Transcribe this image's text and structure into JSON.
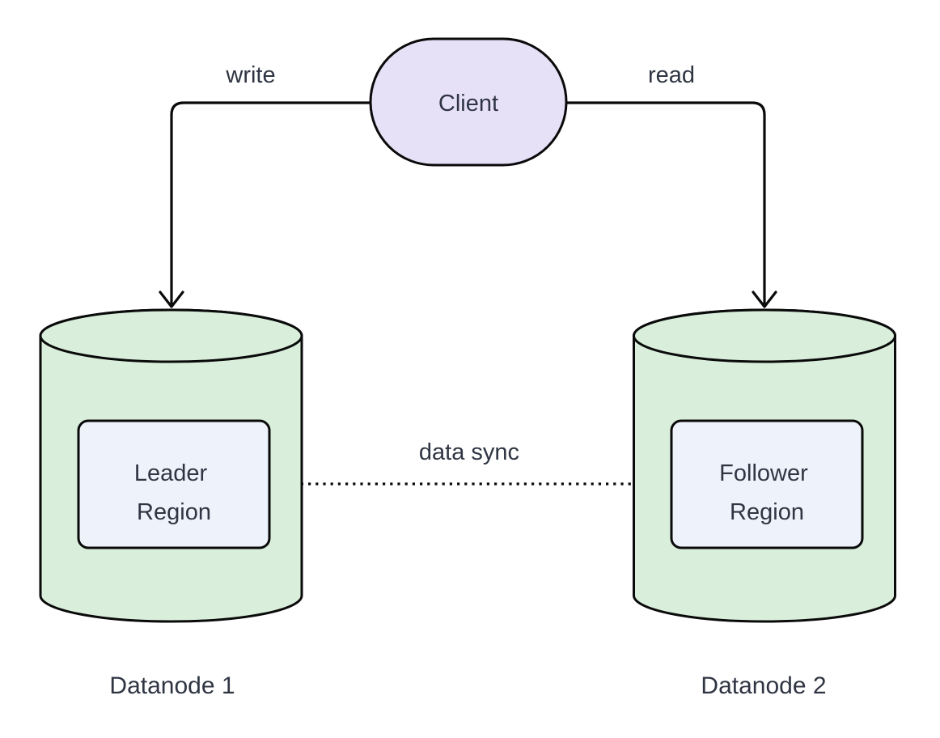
{
  "diagram": {
    "type": "architecture-flowchart",
    "colors": {
      "background": "#ffffff",
      "stroke": "#0a0a0a",
      "text": "#2f3542",
      "client_fill": "#e7e1f8",
      "cylinder_fill": "#d9efdb",
      "region_fill": "#eef2fb"
    },
    "nodes": {
      "client": {
        "label": "Client",
        "shape": "stadium"
      },
      "datanode1": {
        "caption": "Datanode 1",
        "shape": "cylinder"
      },
      "datanode2": {
        "caption": "Datanode 2",
        "shape": "cylinder"
      },
      "leader_region": {
        "line1": "Leader",
        "line2": "Region",
        "shape": "rounded-rect"
      },
      "follower_region": {
        "line1": "Follower",
        "line2": "Region",
        "shape": "rounded-rect"
      }
    },
    "edges": {
      "write": {
        "label": "write",
        "from": "Client",
        "to": "Datanode 1",
        "style": "solid-arrow"
      },
      "read": {
        "label": "read",
        "from": "Client",
        "to": "Datanode 2",
        "style": "solid-arrow"
      },
      "data_sync": {
        "label": "data sync",
        "from": "Leader Region",
        "to": "Follower Region",
        "style": "dotted-arrow"
      }
    }
  }
}
